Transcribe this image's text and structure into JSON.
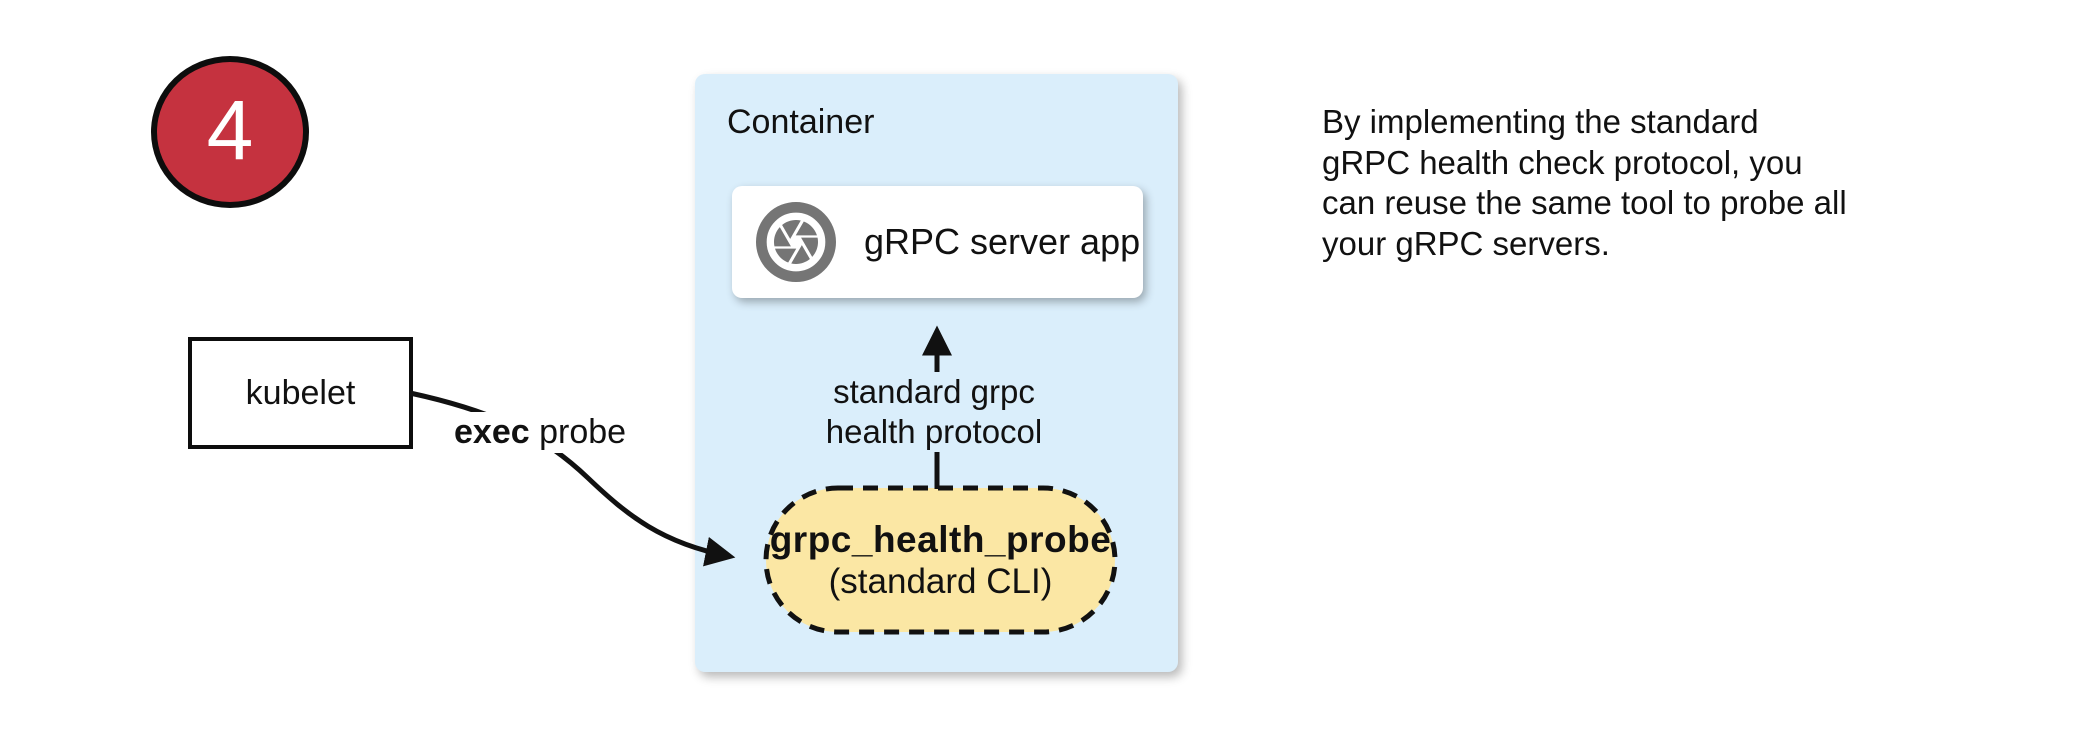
{
  "badge": {
    "number": "4"
  },
  "kubelet": {
    "label": "kubelet"
  },
  "container": {
    "label": "Container",
    "server_box": {
      "label": "gRPC server app",
      "icon": "aperture-icon"
    },
    "probe_pill": {
      "name": "grpc_health_probe",
      "subtitle": "(standard CLI)"
    },
    "arrow_label": "standard grpc\nhealth protocol"
  },
  "probe_arrow": {
    "bold": "exec",
    "rest": " probe"
  },
  "note": {
    "text": "By implementing the standard\ngRPC health check protocol, you\ncan reuse the same tool to probe all\nyour gRPC servers."
  },
  "colors": {
    "badge_red": "#C5323F",
    "container_blue": "#DAEEFB",
    "pill_yellow": "#FBE7A4",
    "icon_gray": "#757575",
    "line_black": "#111111"
  }
}
